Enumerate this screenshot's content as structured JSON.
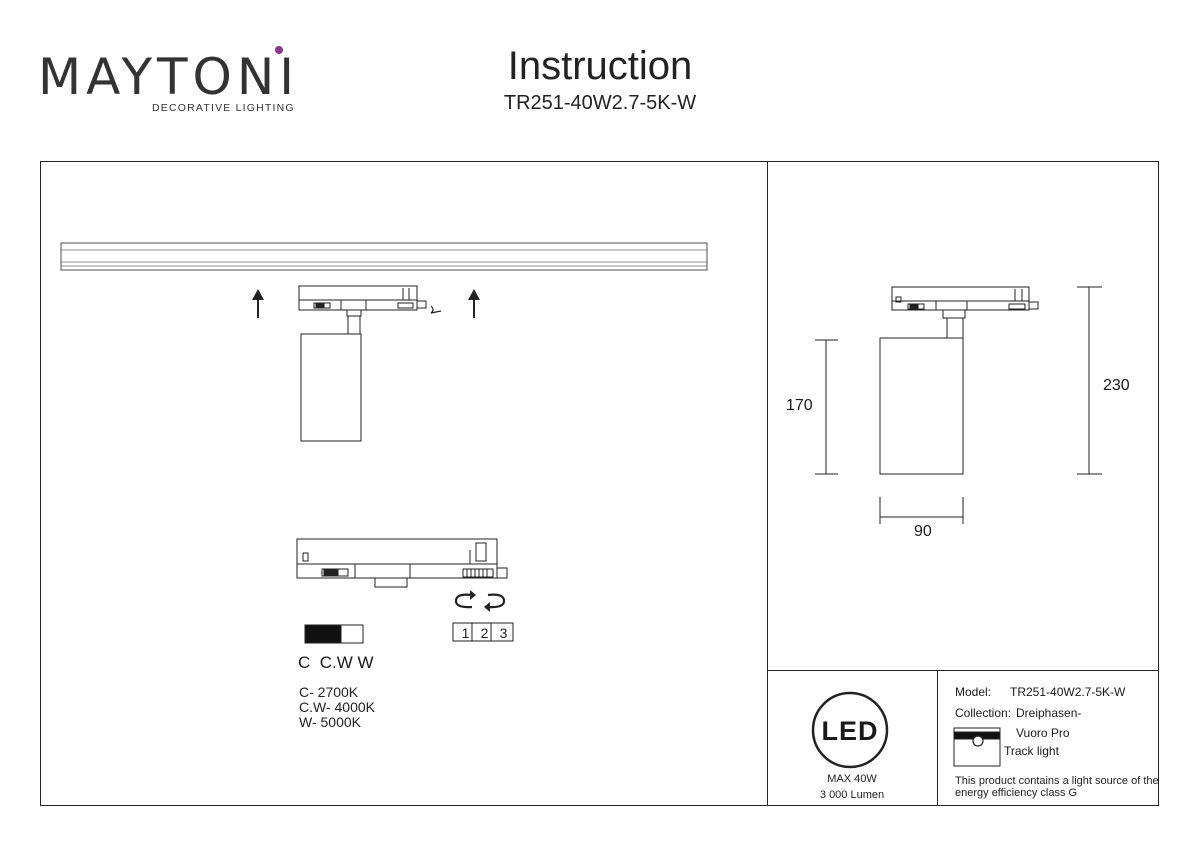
{
  "header": {
    "logo_text": "MAYTONI",
    "logo_tagline": "DECORATIVE LIGHTING",
    "title": "Instruction",
    "model_code": "TR251-40W2.7-5K-W"
  },
  "installation": {
    "switch_labels": "C  C.W W",
    "color_temps": [
      "C- 2700K",
      "C.W- 4000K",
      "W- 5000K"
    ],
    "phase_numbers": [
      "1",
      "2",
      "3"
    ]
  },
  "dimensions": {
    "height_head": "170",
    "height_total": "230",
    "width": "90"
  },
  "info": {
    "led_badge": "LED",
    "max_power": "MAX 40W",
    "lumen": "3 000 Lumen",
    "model_label": "Model:",
    "model_value": "TR251-40W2.7-5K-W",
    "collection_label": "Collection:",
    "collection_value_1": "Dreiphasen-",
    "collection_value_2": "Vuoro Pro",
    "type": "Track light",
    "energy_note_1": "This product contains a light source of the",
    "energy_note_2": "energy efficiency class G"
  },
  "colors": {
    "line": "#222222",
    "logo_text": "#333333",
    "logo_dot": "#8a3a8a"
  }
}
